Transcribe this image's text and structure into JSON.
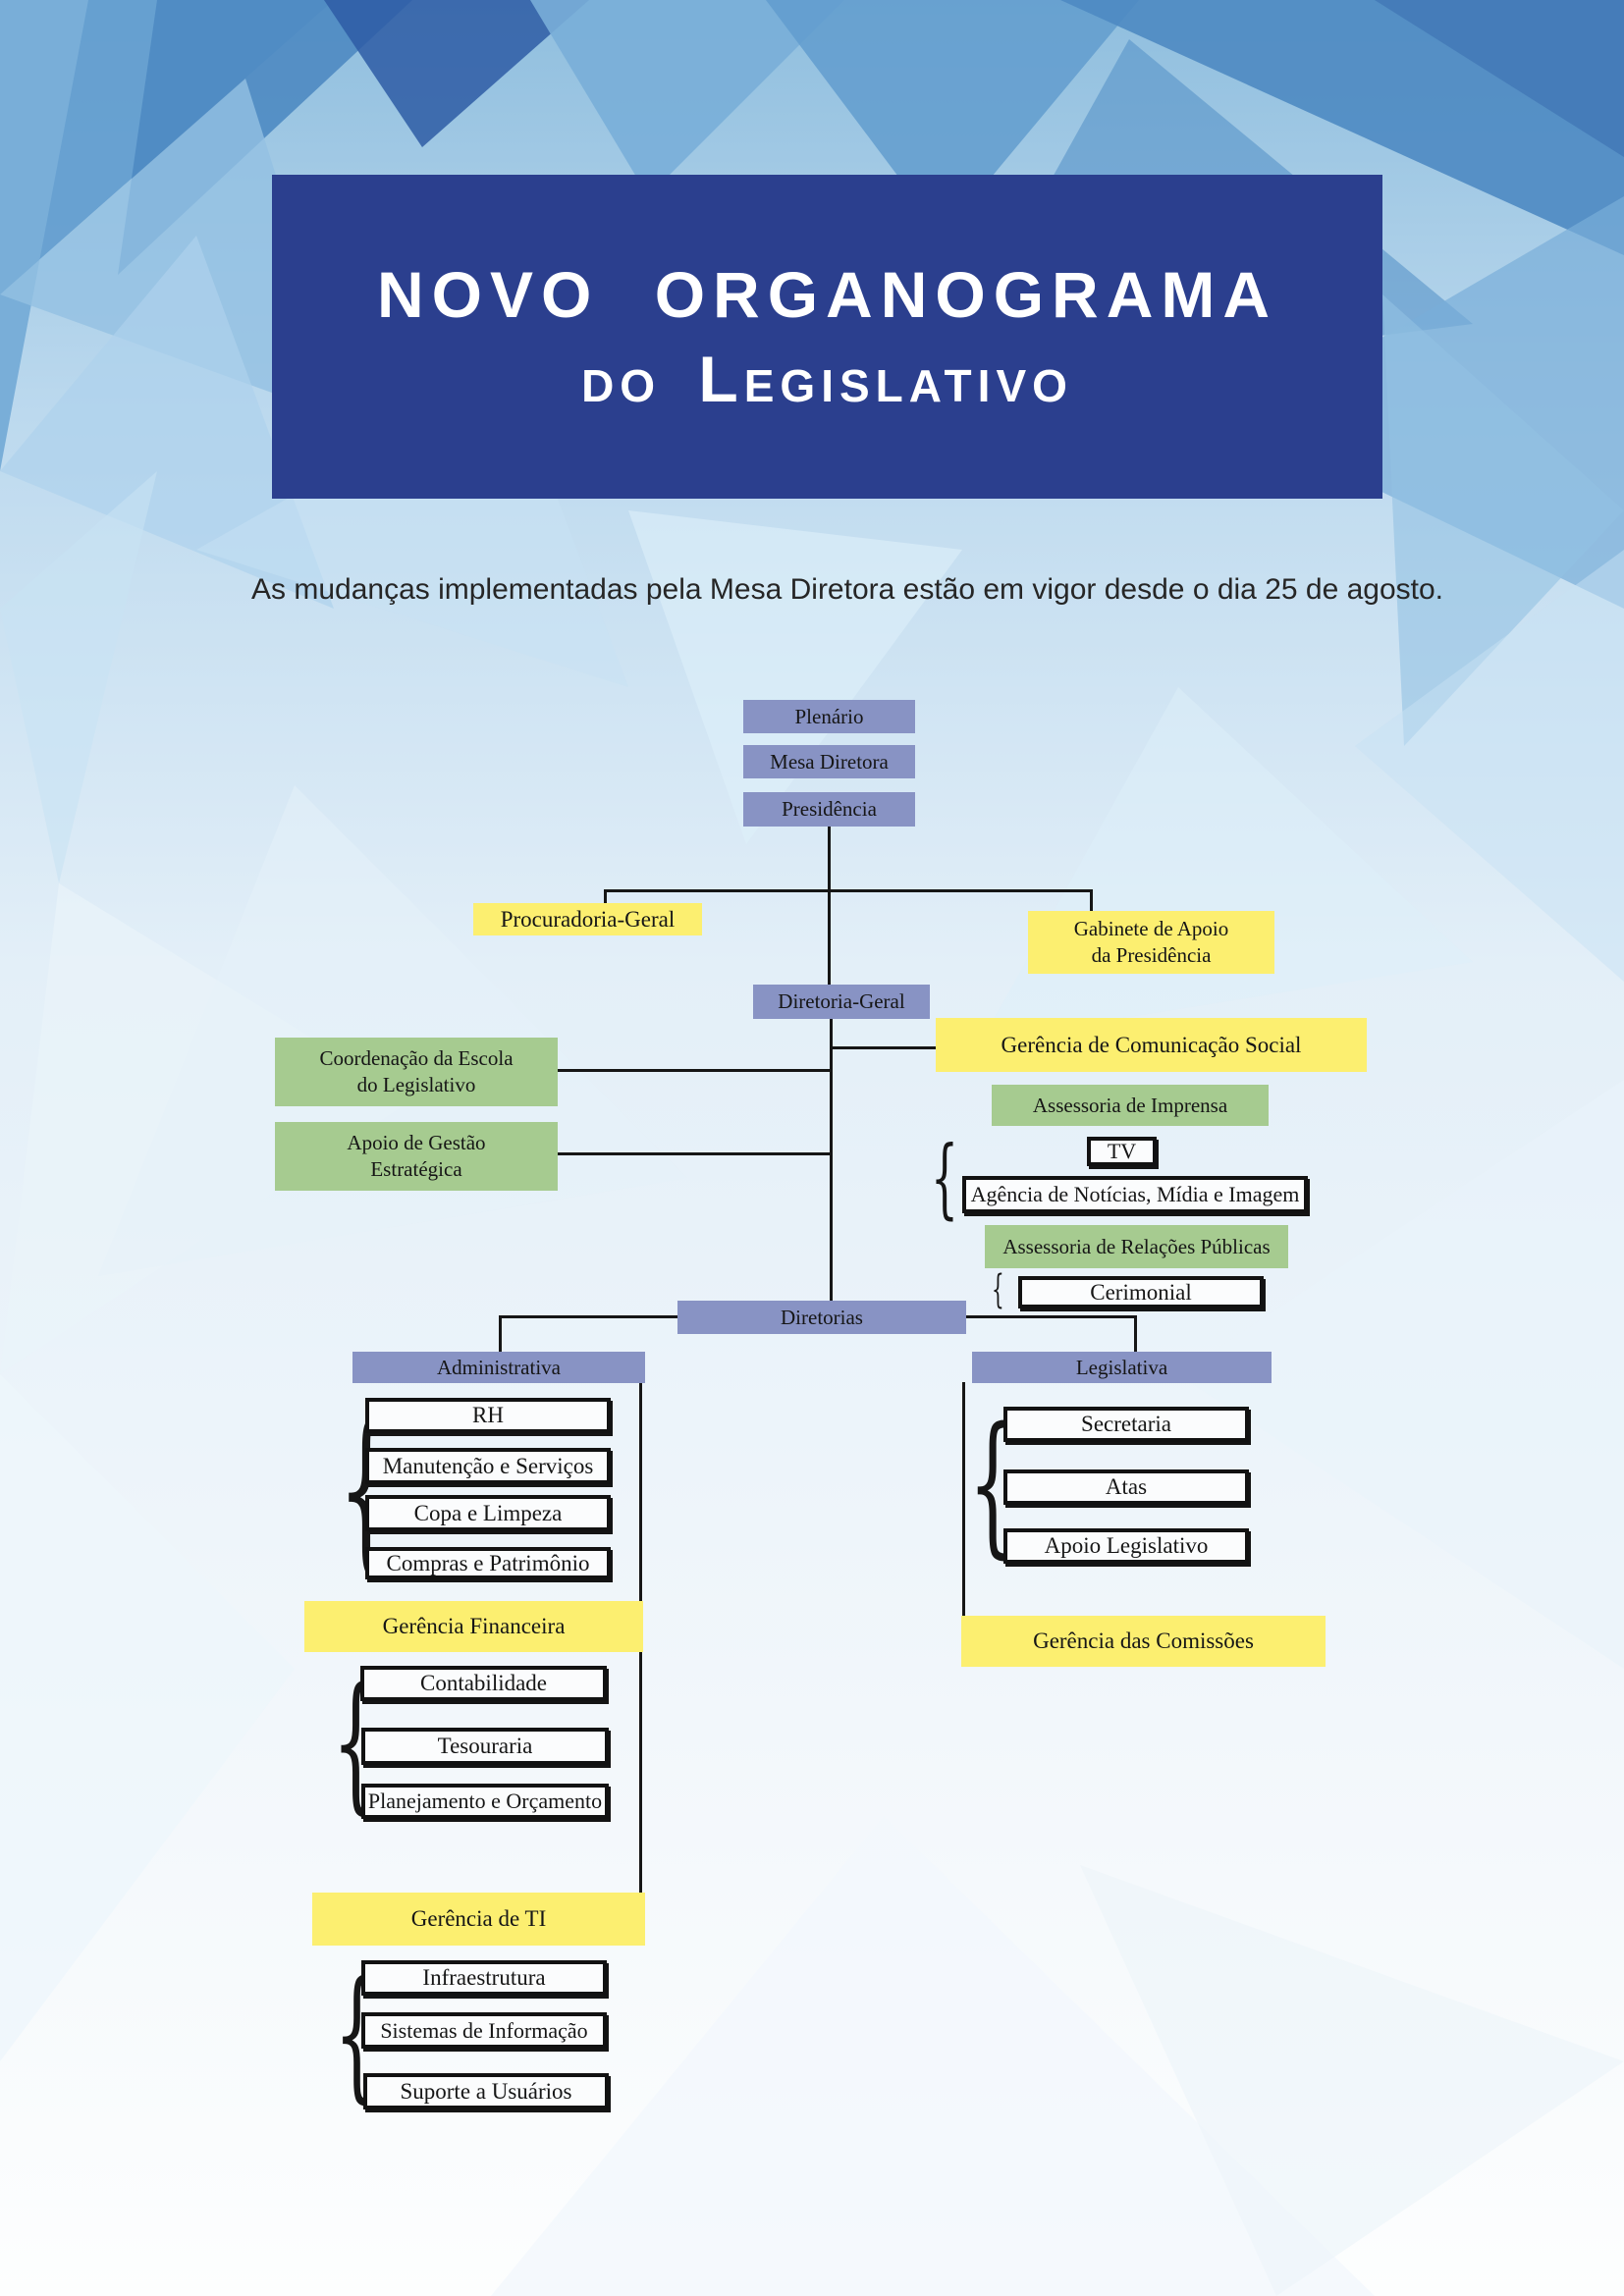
{
  "title": {
    "line1": "NOVO ORGANOGRAMA",
    "line2": "do Legislativo"
  },
  "subtitle": "As mudanças implementadas pela Mesa Diretora estão em vigor desde o dia 25 de agosto.",
  "glyphs": {
    "brace": "{"
  },
  "colors": {
    "banner_blue": "#2b3f8e",
    "level_purple": "#8893c4",
    "highlight_yellow": "#fcef70",
    "support_green": "#a6cb90",
    "box_white": "#fbfcfd",
    "line_black": "#161616"
  },
  "nodes": {
    "plenario": {
      "label": "Plenário"
    },
    "mesa_diretora": {
      "label": "Mesa Diretora"
    },
    "presidencia": {
      "label": "Presidência"
    },
    "procuradoria": {
      "label": "Procuradoria-Geral"
    },
    "gabinete": {
      "line1": "Gabinete de Apoio",
      "line2": "da Presidência"
    },
    "diretoria_geral": {
      "label": "Diretoria-Geral"
    },
    "coordenacao_escola": {
      "line1": "Coordenação da Escola",
      "line2": "do Legislativo"
    },
    "apoio_gestao": {
      "line1": "Apoio de Gestão",
      "line2": "Estratégica"
    },
    "ger_com_social": {
      "label": "Gerência de Comunicação Social"
    },
    "assessoria_imprensa": {
      "label": "Assessoria de Imprensa"
    },
    "tv": {
      "label": "TV"
    },
    "agencia": {
      "label": "Agência de Notícias, Mídia e Imagem"
    },
    "assessoria_rp": {
      "label": "Assessoria de Relações Públicas"
    },
    "cerimonial": {
      "label": "Cerimonial"
    },
    "diretorias": {
      "label": "Diretorias"
    },
    "administrativa": {
      "label": "Administrativa"
    },
    "legislativa": {
      "label": "Legislativa"
    },
    "rh": {
      "label": "RH"
    },
    "manutencao": {
      "label": "Manutenção e Serviços"
    },
    "copa": {
      "label": "Copa e Limpeza"
    },
    "compras": {
      "label": "Compras e Patrimônio"
    },
    "ger_financeira": {
      "label": "Gerência Financeira"
    },
    "contabilidade": {
      "label": "Contabilidade"
    },
    "tesouraria": {
      "label": "Tesouraria"
    },
    "planejamento": {
      "label": "Planejamento e Orçamento"
    },
    "ger_ti": {
      "label": "Gerência de TI"
    },
    "infraestrutura": {
      "label": "Infraestrutura"
    },
    "sistemas": {
      "label": "Sistemas de Informação"
    },
    "suporte": {
      "label": "Suporte a Usuários"
    },
    "secretaria": {
      "label": "Secretaria"
    },
    "atas": {
      "label": "Atas"
    },
    "apoio_legislativo": {
      "label": "Apoio Legislativo"
    },
    "ger_comissoes": {
      "label": "Gerência das Comissões"
    }
  },
  "chart_data": {
    "type": "org-chart",
    "root": "Plenário",
    "edges": [
      [
        "Plenário",
        "Mesa Diretora"
      ],
      [
        "Mesa Diretora",
        "Presidência"
      ],
      [
        "Presidência",
        "Procuradoria-Geral"
      ],
      [
        "Presidência",
        "Gabinete de Apoio da Presidência"
      ],
      [
        "Presidência",
        "Diretoria-Geral"
      ],
      [
        "Diretoria-Geral",
        "Coordenação da Escola do Legislativo"
      ],
      [
        "Diretoria-Geral",
        "Apoio de Gestão Estratégica"
      ],
      [
        "Diretoria-Geral",
        "Gerência de Comunicação Social"
      ],
      [
        "Diretoria-Geral",
        "Diretorias"
      ],
      [
        "Gerência de Comunicação Social",
        "Assessoria de Imprensa"
      ],
      [
        "Assessoria de Imprensa",
        "TV"
      ],
      [
        "Assessoria de Imprensa",
        "Agência de Notícias, Mídia e Imagem"
      ],
      [
        "Gerência de Comunicação Social",
        "Assessoria de Relações Públicas"
      ],
      [
        "Assessoria de Relações Públicas",
        "Cerimonial"
      ],
      [
        "Diretorias",
        "Administrativa"
      ],
      [
        "Diretorias",
        "Legislativa"
      ],
      [
        "Administrativa",
        "RH"
      ],
      [
        "Administrativa",
        "Manutenção e Serviços"
      ],
      [
        "Administrativa",
        "Copa e Limpeza"
      ],
      [
        "Administrativa",
        "Compras e Patrimônio"
      ],
      [
        "Administrativa",
        "Gerência Financeira"
      ],
      [
        "Gerência Financeira",
        "Contabilidade"
      ],
      [
        "Gerência Financeira",
        "Tesouraria"
      ],
      [
        "Gerência Financeira",
        "Planejamento e Orçamento"
      ],
      [
        "Administrativa",
        "Gerência de TI"
      ],
      [
        "Gerência de TI",
        "Infraestrutura"
      ],
      [
        "Gerência de TI",
        "Sistemas de Informação"
      ],
      [
        "Gerência de TI",
        "Suporte a Usuários"
      ],
      [
        "Legislativa",
        "Secretaria"
      ],
      [
        "Legislativa",
        "Atas"
      ],
      [
        "Legislativa",
        "Apoio Legislativo"
      ],
      [
        "Legislativa",
        "Gerência das Comissões"
      ]
    ]
  }
}
